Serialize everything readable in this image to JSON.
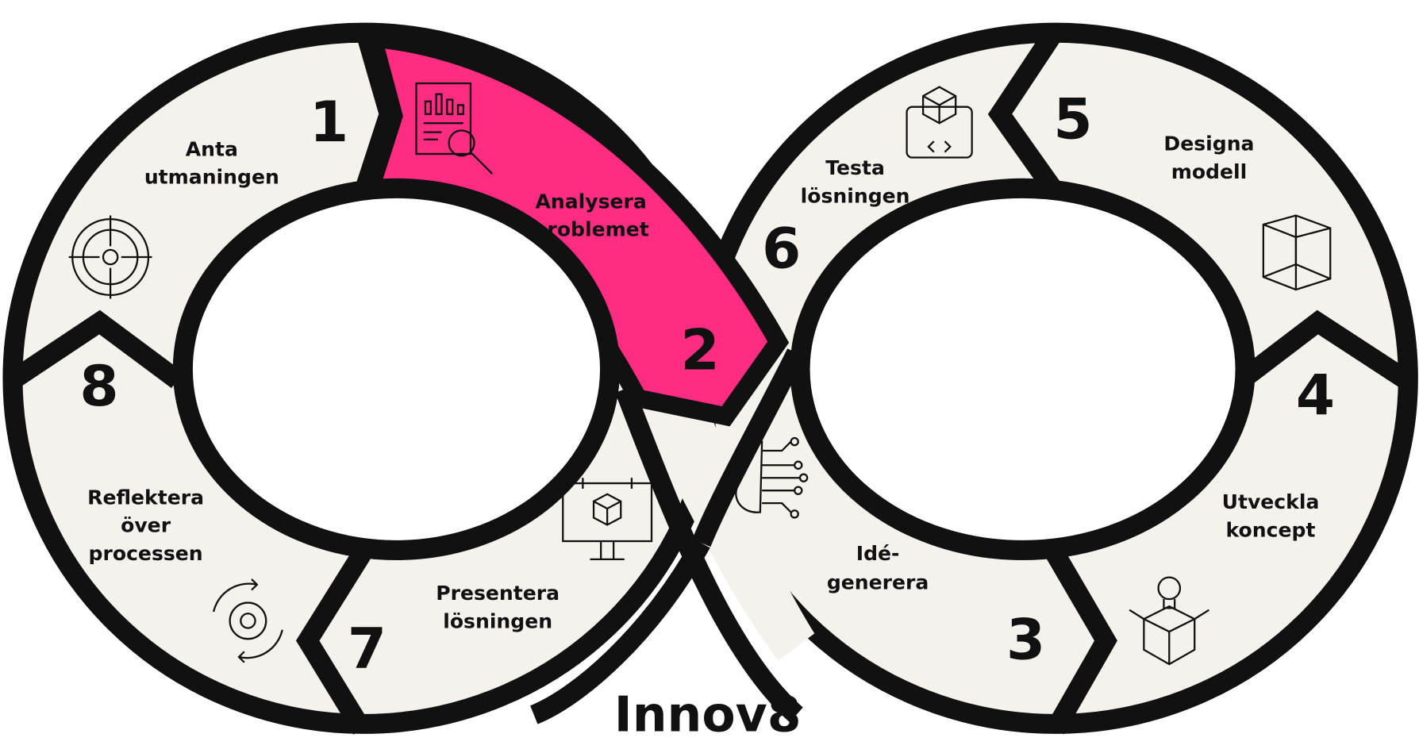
{
  "title": "Innov8",
  "colors": {
    "active": "#ff2d82",
    "segment": "#f5f1ec",
    "outline": "#111111"
  },
  "active_step": 2,
  "steps": [
    {
      "number": "1",
      "line1": "Anta",
      "line2": "utmaningen",
      "icon": "target-icon"
    },
    {
      "number": "2",
      "line1": "Analysera",
      "line2": "problemet",
      "icon": "report-magnifier-icon"
    },
    {
      "number": "3",
      "line1": "Idé-",
      "line2": "generera",
      "icon": "brain-circuit-icon"
    },
    {
      "number": "4",
      "line1": "Utveckla",
      "line2": "koncept",
      "icon": "lightbulb-box-icon"
    },
    {
      "number": "5",
      "line1": "Designa",
      "line2": "modell",
      "icon": "cube-wireframe-icon"
    },
    {
      "number": "6",
      "line1": "Testa",
      "line2": "lösningen",
      "icon": "blueprint-cube-icon"
    },
    {
      "number": "7",
      "line1": "Presentera",
      "line2": "lösningen",
      "icon": "presentation-board-icon"
    },
    {
      "number": "8",
      "line1": "Reflektera",
      "line2": "över",
      "line3": "processen",
      "icon": "gear-cycle-icon"
    }
  ]
}
